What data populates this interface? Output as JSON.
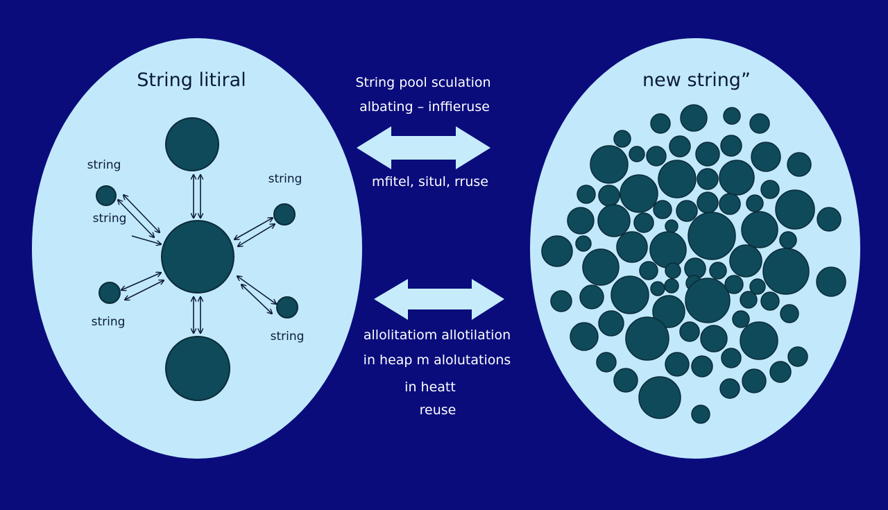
{
  "left_panel": {
    "title": "String litiral",
    "node_labels": [
      "string",
      "string",
      "string",
      "string",
      "string"
    ]
  },
  "right_panel": {
    "title": "new string”"
  },
  "center": {
    "top_lines": [
      "String pool sculation",
      "albating – inffieruse"
    ],
    "top_under_arrow": "mfitel, situl, rruse",
    "bottom_lines": [
      "allolitatiom allotilation",
      "in heap m alolutations",
      "in heatt",
      "reuse"
    ]
  },
  "colors": {
    "background": "#0a0c7c",
    "panel_fill": "#c2e9fb",
    "circle_fill": "#0f4a5a",
    "arrow_fill": "#c6ecfc",
    "text_on_dark": "#ffffff",
    "text_on_light": "#0b1a3a"
  }
}
